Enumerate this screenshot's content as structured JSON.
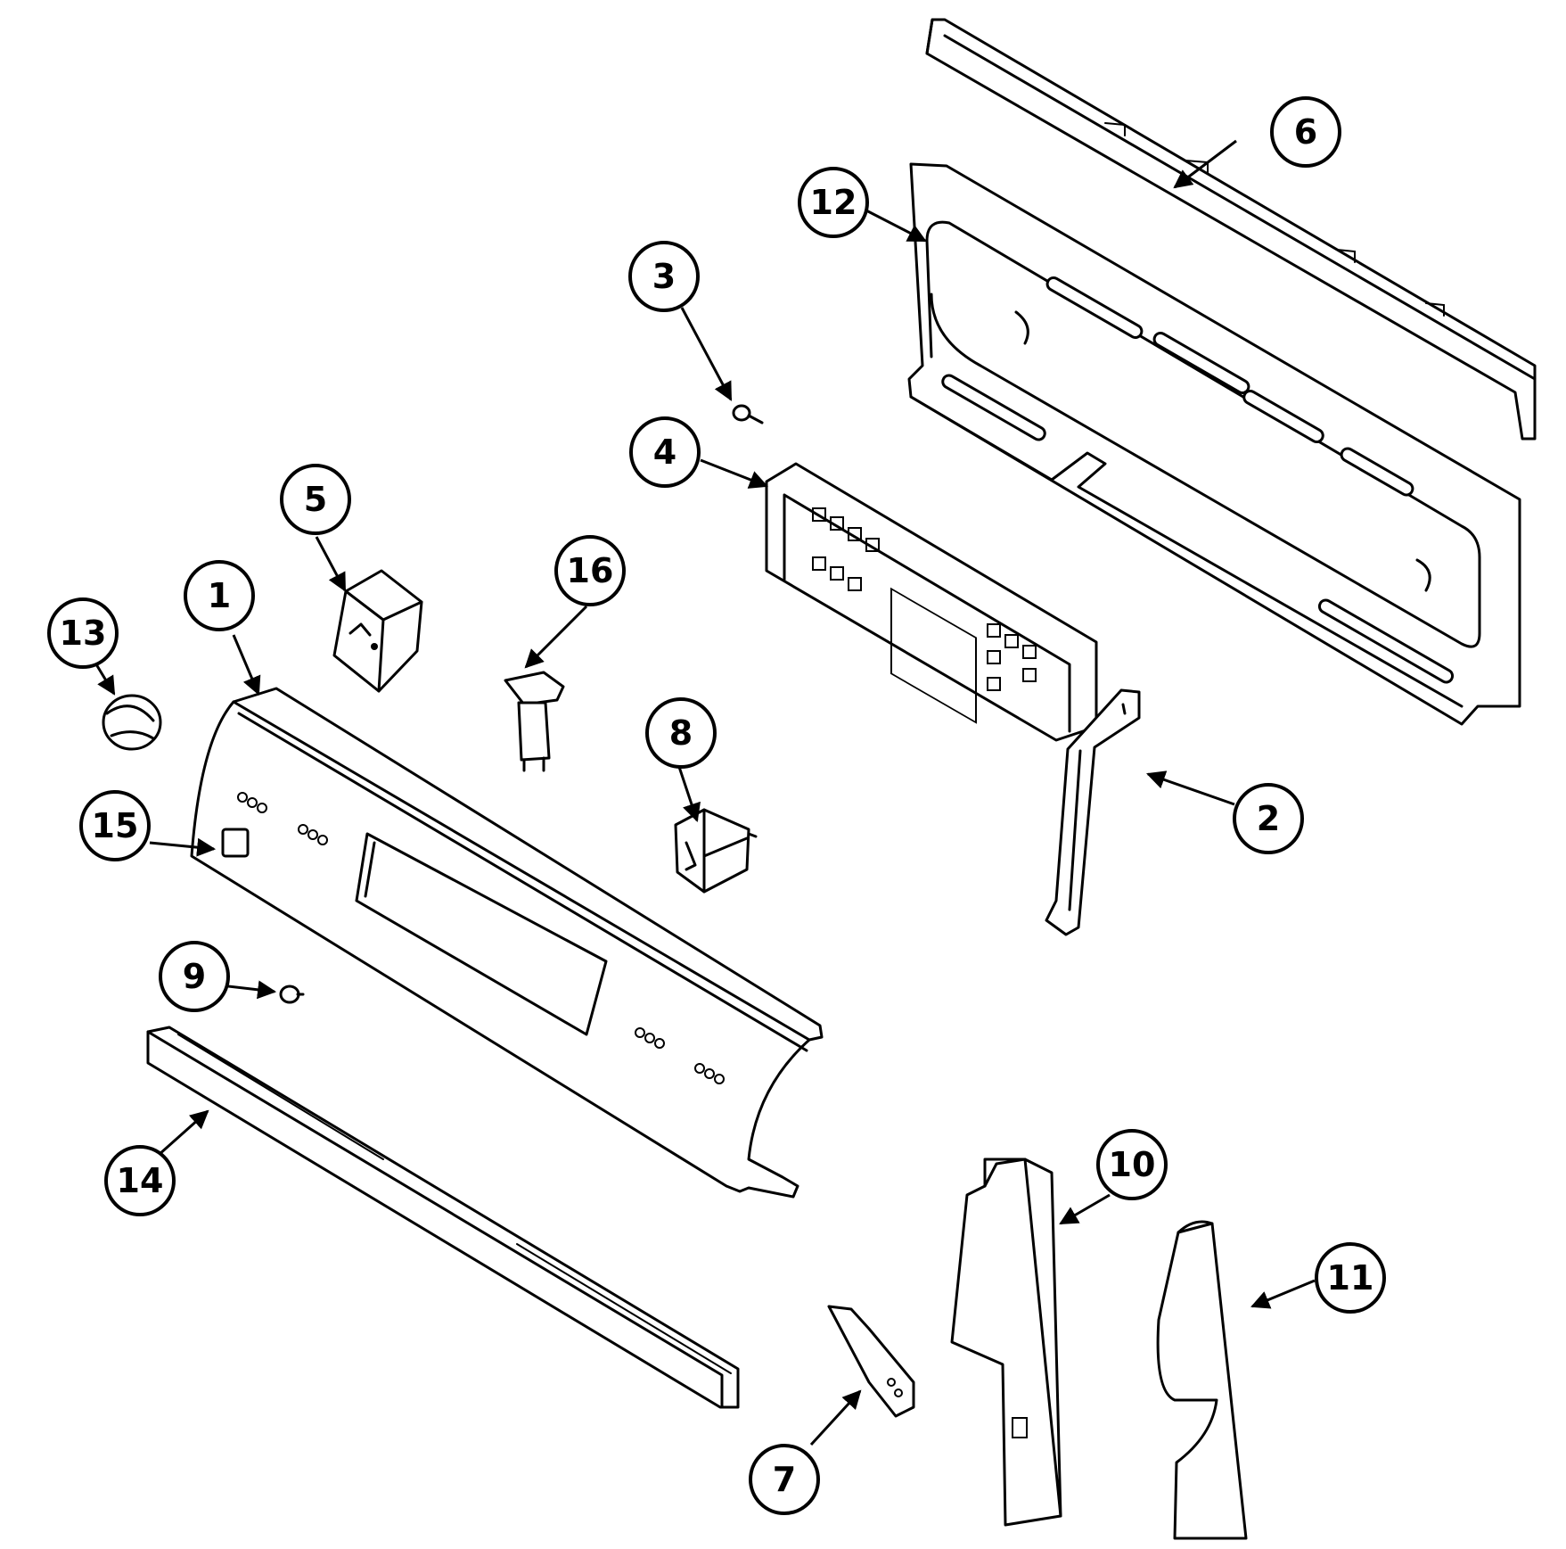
{
  "colors": {
    "ink": "#000000",
    "paper": "#ffffff"
  },
  "callouts": [
    {
      "label": "1"
    },
    {
      "label": "2"
    },
    {
      "label": "3"
    },
    {
      "label": "4"
    },
    {
      "label": "5"
    },
    {
      "label": "6"
    },
    {
      "label": "7"
    },
    {
      "label": "8"
    },
    {
      "label": "9"
    },
    {
      "label": "10"
    },
    {
      "label": "11"
    },
    {
      "label": "12"
    },
    {
      "label": "13"
    },
    {
      "label": "14"
    },
    {
      "label": "15"
    },
    {
      "label": "16"
    }
  ]
}
